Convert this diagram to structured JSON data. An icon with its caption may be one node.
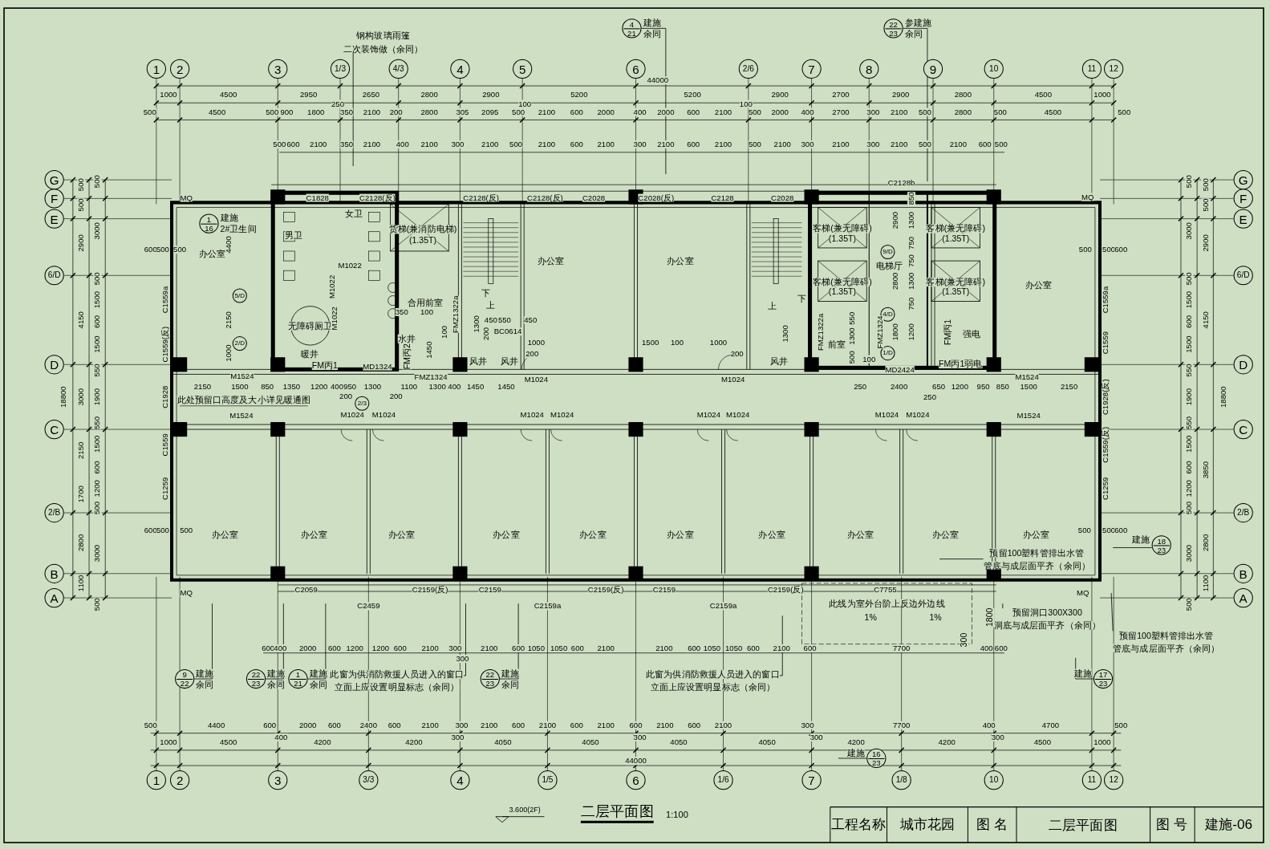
{
  "diagram": {
    "title": "二层平面图",
    "nodes": [
      {
        "text": [
          "1"
        ]
      },
      {
        "text": [
          "2"
        ]
      },
      {
        "text": [
          "3"
        ]
      },
      {
        "text": [
          "1/3"
        ]
      },
      {
        "text": [
          "4/3"
        ]
      },
      {
        "text": [
          "4"
        ]
      },
      {
        "text": [
          "5"
        ]
      },
      {
        "text": [
          "6"
        ]
      },
      {
        "text": [
          "2/6"
        ]
      },
      {
        "text": [
          "7"
        ]
      },
      {
        "text": [
          "8"
        ]
      },
      {
        "text": [
          "9"
        ]
      },
      {
        "text": [
          "10"
        ]
      },
      {
        "text": [
          "11"
        ]
      },
      {
        "text": [
          "12"
        ]
      },
      {
        "text": [
          "1"
        ]
      },
      {
        "text": [
          "2"
        ]
      },
      {
        "text": [
          "3"
        ]
      },
      {
        "text": [
          "3/3"
        ]
      },
      {
        "text": [
          "4"
        ]
      },
      {
        "text": [
          "1/5"
        ]
      },
      {
        "text": [
          "6"
        ]
      },
      {
        "text": [
          "1/6"
        ]
      },
      {
        "text": [
          "7"
        ]
      },
      {
        "text": [
          "1/8"
        ]
      },
      {
        "text": [
          "10"
        ]
      },
      {
        "text": [
          "11"
        ]
      },
      {
        "text": [
          "12"
        ]
      },
      {
        "text": [
          "G"
        ]
      },
      {
        "text": [
          "F"
        ]
      },
      {
        "text": [
          "E"
        ]
      },
      {
        "text": [
          "6/D"
        ]
      },
      {
        "text": [
          "D"
        ]
      },
      {
        "text": [
          "C"
        ]
      },
      {
        "text": [
          "2/B"
        ]
      },
      {
        "text": [
          "B"
        ]
      },
      {
        "text": [
          "A"
        ]
      },
      {
        "text": [
          "G"
        ]
      },
      {
        "text": [
          "F"
        ]
      },
      {
        "text": [
          "E"
        ]
      },
      {
        "text": [
          "6/D"
        ]
      },
      {
        "text": [
          "D"
        ]
      },
      {
        "text": [
          "C"
        ]
      },
      {
        "text": [
          "2/B"
        ]
      },
      {
        "text": [
          "B"
        ]
      },
      {
        "text": [
          "A"
        ]
      },
      {
        "text": [
          "5/D"
        ]
      },
      {
        "text": [
          "2/D"
        ]
      },
      {
        "text": [
          "2/3"
        ]
      },
      {
        "text": [
          "9/D"
        ]
      },
      {
        "text": [
          "4/D"
        ]
      },
      {
        "text": [
          "1/D"
        ]
      },
      {
        "text": [
          "4",
          "21"
        ],
        "beside": [
          "建施",
          "余同"
        ]
      },
      {
        "text": [
          "22",
          "23"
        ],
        "beside": [
          "参建施",
          "余同"
        ]
      },
      {
        "text": [
          "1",
          "16"
        ],
        "beside": [
          "建施",
          "2#卫生间"
        ]
      },
      {
        "text": [
          "18",
          "23"
        ],
        "beside": [
          "建施"
        ]
      },
      {
        "text": [
          "9",
          "22"
        ],
        "beside": [
          "建施",
          "余同"
        ]
      },
      {
        "text": [
          "22",
          "23"
        ],
        "beside": [
          "建施",
          "余同"
        ]
      },
      {
        "text": [
          "1",
          "21"
        ],
        "beside": [
          "建施",
          "余同"
        ]
      },
      {
        "text": [
          "22",
          "23"
        ],
        "beside": [
          "建施",
          "余同"
        ]
      },
      {
        "text": [
          "17",
          "23"
        ],
        "beside": [
          "建施"
        ]
      },
      {
        "text": [
          "16",
          "23"
        ],
        "beside": [
          "建施"
        ]
      },
      {
        "text": [
          "钢构玻璃雨篷",
          "二次装饰做（余同）"
        ]
      },
      {
        "text": [
          "此窗为供消防救援人员进入的窗口",
          "立面上应设置明显标志（余同）"
        ]
      },
      {
        "text": [
          "此窗为供消防救援人员进入的窗口",
          "立面上应设置明显标志（余同）"
        ]
      },
      {
        "text": [
          "预留100塑料管排出水管",
          "管底与成层面平齐（余同）"
        ]
      },
      {
        "text": [
          "预留洞口300X300",
          "洞底与成层面平齐（余同）"
        ]
      },
      {
        "text": [
          "预留100塑料管排出水管",
          "管底与成层面平齐（余同）"
        ]
      }
    ],
    "edges": [
      {
        "from": 52,
        "to": null,
        "arrow": "none"
      },
      {
        "from": 53,
        "to": null,
        "arrow": "none"
      },
      {
        "from": 56,
        "to": null,
        "arrow": "none"
      },
      {
        "from": 57,
        "to": null,
        "arrow": "none"
      },
      {
        "from": 58,
        "to": null,
        "arrow": "none"
      },
      {
        "from": 59,
        "to": null,
        "arrow": "none"
      },
      {
        "from": 60,
        "to": null,
        "arrow": "none"
      },
      {
        "from": 61,
        "to": null,
        "arrow": "none"
      },
      {
        "from": 55,
        "to": null,
        "arrow": "none"
      },
      {
        "from": 62,
        "to": null,
        "arrow": "none"
      },
      {
        "from": 63,
        "to": null,
        "arrow": "none"
      },
      {
        "from": 64,
        "to": null,
        "arrow": "none"
      },
      {
        "from": 65,
        "to": null,
        "arrow": "none"
      },
      {
        "from": 66,
        "to": null,
        "arrow": "none"
      },
      {
        "from": 67,
        "to": null,
        "arrow": "none"
      }
    ],
    "labels": [
      "44000",
      "1000",
      "4500",
      "2950",
      "2650",
      "2800",
      "2900",
      "5200",
      "5200",
      "2900",
      "2700",
      "2900",
      "2800",
      "4500",
      "1000",
      "500",
      "4500",
      "500",
      "900",
      "1800",
      "350",
      "2100",
      "200",
      "2800",
      "305",
      "2095",
      "500",
      "2100",
      "600",
      "2000",
      "400",
      "2000",
      "600",
      "2100",
      "500",
      "2000",
      "400",
      "2700",
      "300",
      "2100",
      "500",
      "2800",
      "500",
      "4500",
      "500",
      "250",
      "100",
      "100",
      "500",
      "600",
      "2100",
      "350",
      "2100",
      "400",
      "2100",
      "300",
      "2100",
      "500",
      "2100",
      "600",
      "2100",
      "300",
      "2100",
      "600",
      "2100",
      "500",
      "2100",
      "300",
      "2100",
      "300",
      "2100",
      "500",
      "2100",
      "600",
      "500",
      "500",
      "500",
      "2900",
      "4150",
      "3000",
      "2150",
      "1700",
      "2800",
      "1100",
      "500",
      "3000",
      "500",
      "1500",
      "600",
      "1500",
      "550",
      "1900",
      "550",
      "1500",
      "600",
      "1200",
      "500",
      "3000",
      "500",
      "18800",
      "500",
      "3000",
      "500",
      "1500",
      "600",
      "1500",
      "550",
      "1900",
      "550",
      "1500",
      "600",
      "1200",
      "500",
      "3000",
      "500",
      "500",
      "500",
      "2900",
      "4150",
      "3850",
      "2800",
      "1100",
      "18800",
      "600",
      "400",
      "2000",
      "600",
      "1200",
      "1200",
      "600",
      "2100",
      "300",
      "2100",
      "600",
      "1050",
      "1050",
      "600",
      "2100",
      "2100",
      "600",
      "1050",
      "1050",
      "600",
      "2100",
      "600",
      "7700",
      "400",
      "600",
      "300",
      "500",
      "4400",
      "600",
      "2000",
      "600",
      "2400",
      "600",
      "2100",
      "300",
      "2100",
      "600",
      "2100",
      "600",
      "2100",
      "600",
      "2100",
      "600",
      "2100",
      "300",
      "7700",
      "400",
      "4700",
      "500",
      "1000",
      "4500",
      "4200",
      "4200",
      "4050",
      "4050",
      "4050",
      "4050",
      "4200",
      "4200",
      "4500",
      "1000",
      "400",
      "300",
      "300",
      "300",
      "300",
      "44000",
      "2150",
      "1500",
      "850",
      "1350",
      "1200",
      "400",
      "950",
      "1300",
      "1100",
      "1300",
      "400",
      "1450",
      "1450",
      "200",
      "200",
      "250",
      "2400",
      "650",
      "1200",
      "950",
      "850",
      "1500",
      "2150",
      "250",
      "4400",
      "2150",
      "1000",
      "1500",
      "100",
      "1000",
      "200",
      "1000",
      "200",
      "450",
      "550",
      "450",
      "350",
      "100",
      "2900",
      "1300",
      "750",
      "750",
      "2800",
      "1300",
      "750",
      "1800",
      "1200",
      "850",
      "1300",
      "1300",
      "550",
      "500",
      "100",
      "600",
      "500",
      "500",
      "500",
      "500",
      "600",
      "600",
      "500",
      "500",
      "500",
      "500",
      "600",
      "1300",
      "200",
      "1450",
      "100",
      "办公室",
      "办公室",
      "办公室",
      "办公室",
      "办公室",
      "办公室",
      "办公室",
      "办公室",
      "办公室",
      "办公室",
      "办公室",
      "办公室",
      "办公室",
      "办公室",
      "男卫",
      "女卫",
      "货梯(兼消防电梯)",
      "(1.35T)",
      "合用前室",
      "无障碍厕卫",
      "暖井",
      "FM丙1",
      "水井",
      "FM丙2",
      "风井",
      "风井",
      "风井",
      "客梯(兼无障碍)",
      "(1.35T)",
      "客梯(兼无障碍)",
      "(1.35T)",
      "客梯(兼无障碍)",
      "(1.35T)",
      "客梯(兼无障碍)",
      "(1.35T)",
      "电梯厅",
      "前室",
      "强电",
      "FM丙1弱电",
      "FM丙1",
      "下",
      "上",
      "上",
      "下",
      "MQ",
      "C1828",
      "C2128(反)",
      "C2128(反)",
      "C2128(反)",
      "C2028",
      "C2028(反)",
      "C2128",
      "C2028",
      "C2128b",
      "MQ",
      "M1022",
      "M1022",
      "M1022",
      "M1524",
      "MD1324",
      "FMZ1324",
      "FMZ1322a",
      "BC0614",
      "M1024",
      "M1024",
      "FMZ1322a",
      "FMZ1324",
      "MD2424",
      "M1524",
      "M1524",
      "M1024",
      "M1024",
      "M1024",
      "M1024",
      "M1024",
      "M1024",
      "M1024",
      "M1024",
      "M1524",
      "C1559a",
      "C1559(反)",
      "C1928",
      "C1559",
      "C1259",
      "C1559a",
      "C1559",
      "C1928(反)",
      "C1559(反)",
      "C1259",
      "MQ",
      "C2059",
      "C2459",
      "C2159(反)",
      "C2159",
      "C2159a",
      "C2159(反)",
      "C2159",
      "C2159a",
      "C2159(反)",
      "C7755",
      "MQ",
      "此处预留口高度及大小详见暖通图",
      "此线为室外台阶上反边外边线",
      "1%",
      "1%",
      "1800",
      "300",
      "3.600(2F)",
      "1:100",
      "工程名称",
      "城市花园",
      "图 名",
      "二层平面图",
      "图 号",
      "建施-06"
    ]
  }
}
